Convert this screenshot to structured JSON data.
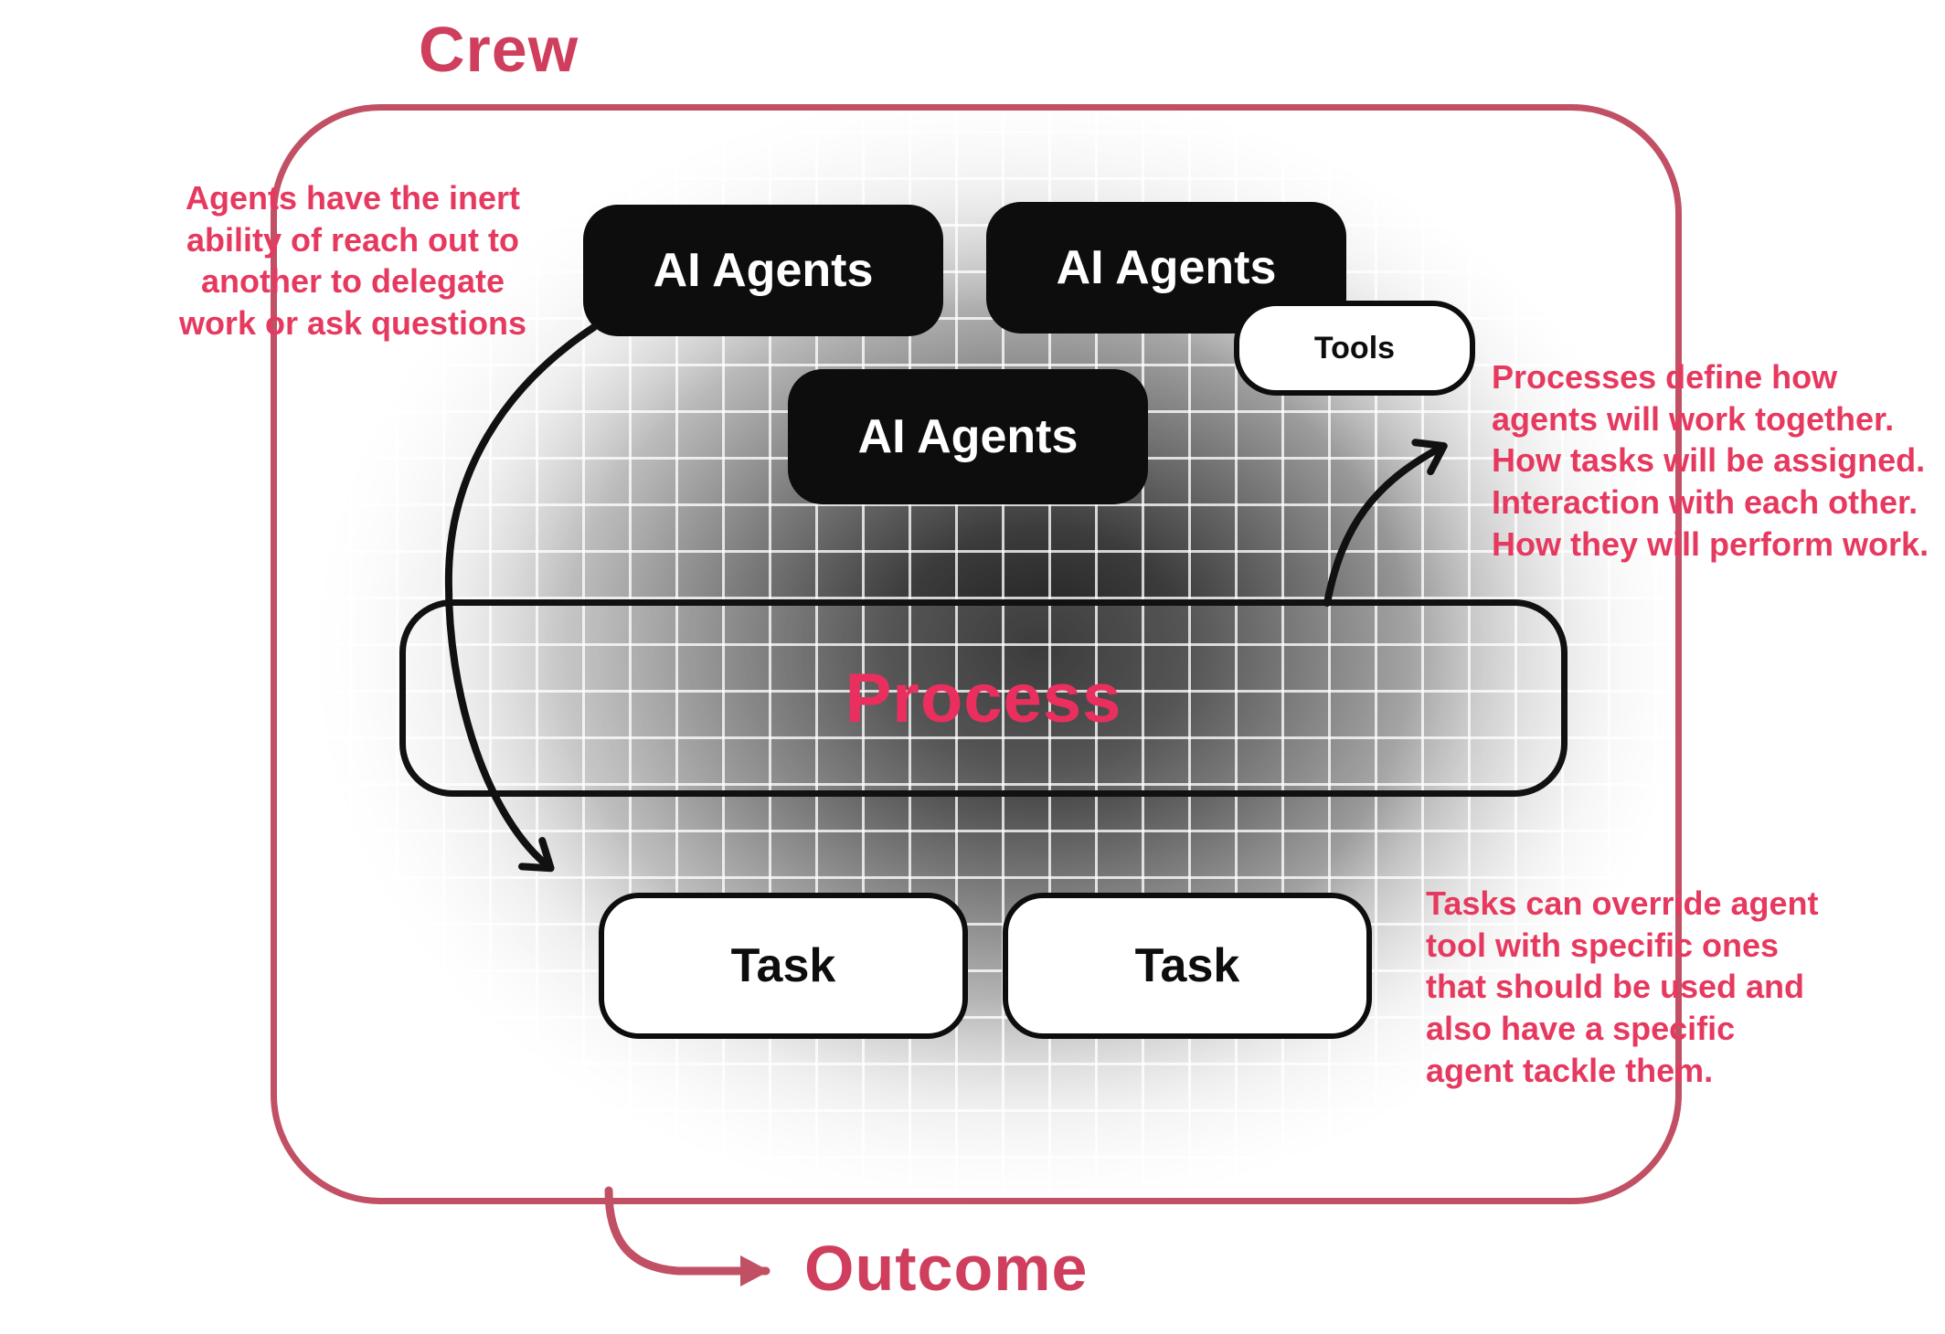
{
  "diagram": {
    "title": "Crew",
    "outcome_label": "Outcome",
    "nodes": {
      "agent_top_left": "AI Agents",
      "agent_top_right": "AI Agents",
      "agent_middle": "AI Agents",
      "tools": "Tools",
      "process": "Process",
      "task_left": "Task",
      "task_right": "Task"
    },
    "annotations": {
      "agents_note": "Agents have the inert\nability of reach out to\nanother to delegate\nwork or ask questions",
      "process_note": "Processes define how\nagents will work together.\nHow tasks will be assigned.\nInteraction with each other.\nHow they will perform work.",
      "tasks_note": "Tasks can override agent\ntool with specific ones\nthat should be used and\nalso have a specific\nagent tackle them."
    },
    "colors": {
      "accent_title": "#cf3f5d",
      "boundary": "#c15065",
      "annotation": "#e6395f",
      "process_text": "#ea2f5f",
      "node_black": "#0d0d0d",
      "node_white": "#ffffff",
      "arrow_black": "#111111"
    }
  }
}
